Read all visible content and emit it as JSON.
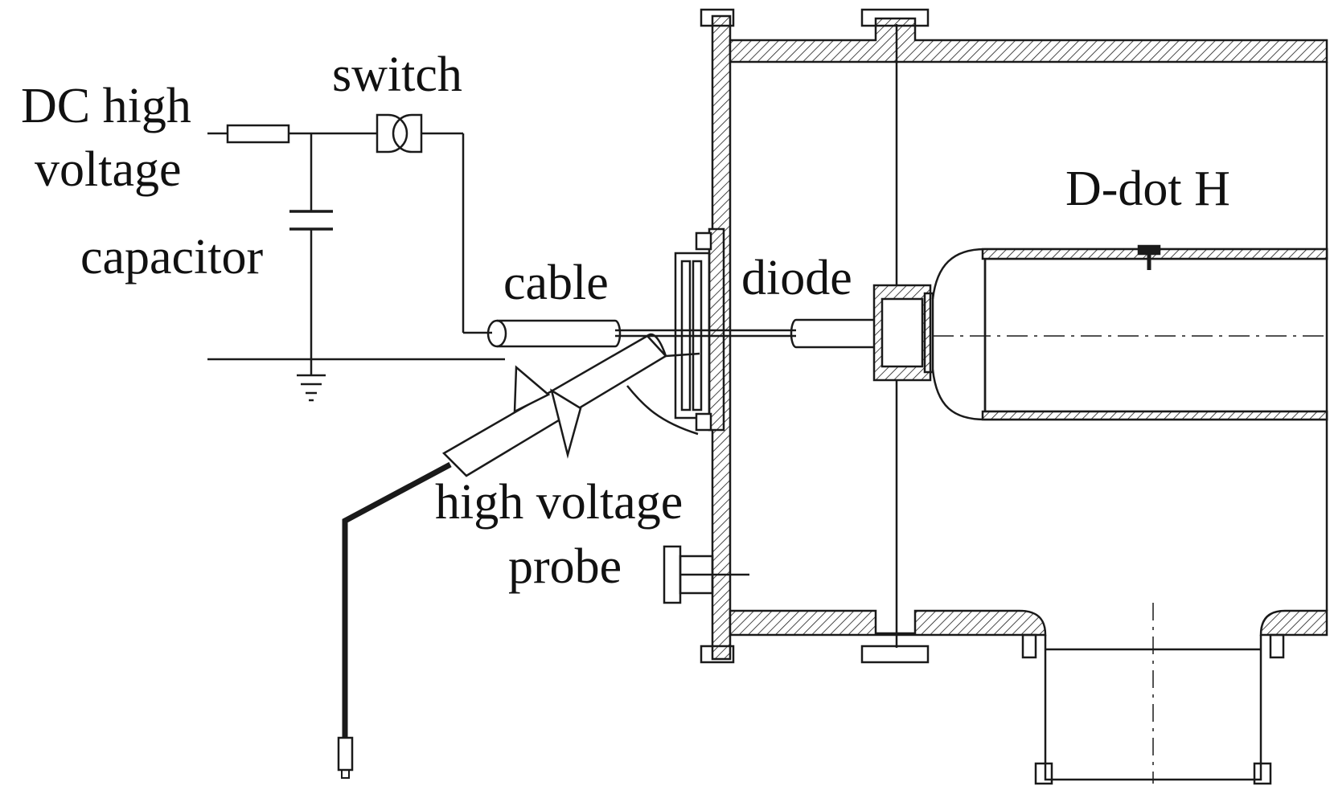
{
  "labels": {
    "dc_line1": "DC high",
    "dc_line2": "voltage",
    "switch": "switch",
    "capacitor": "capacitor",
    "cable": "cable",
    "diode": "diode",
    "probe_line1": "high voltage",
    "probe_line2": "probe",
    "ddot": "D-dot H"
  },
  "colors": {
    "line": "#1a1a1a",
    "hatch": "#1a1a1a",
    "background": "#ffffff"
  }
}
